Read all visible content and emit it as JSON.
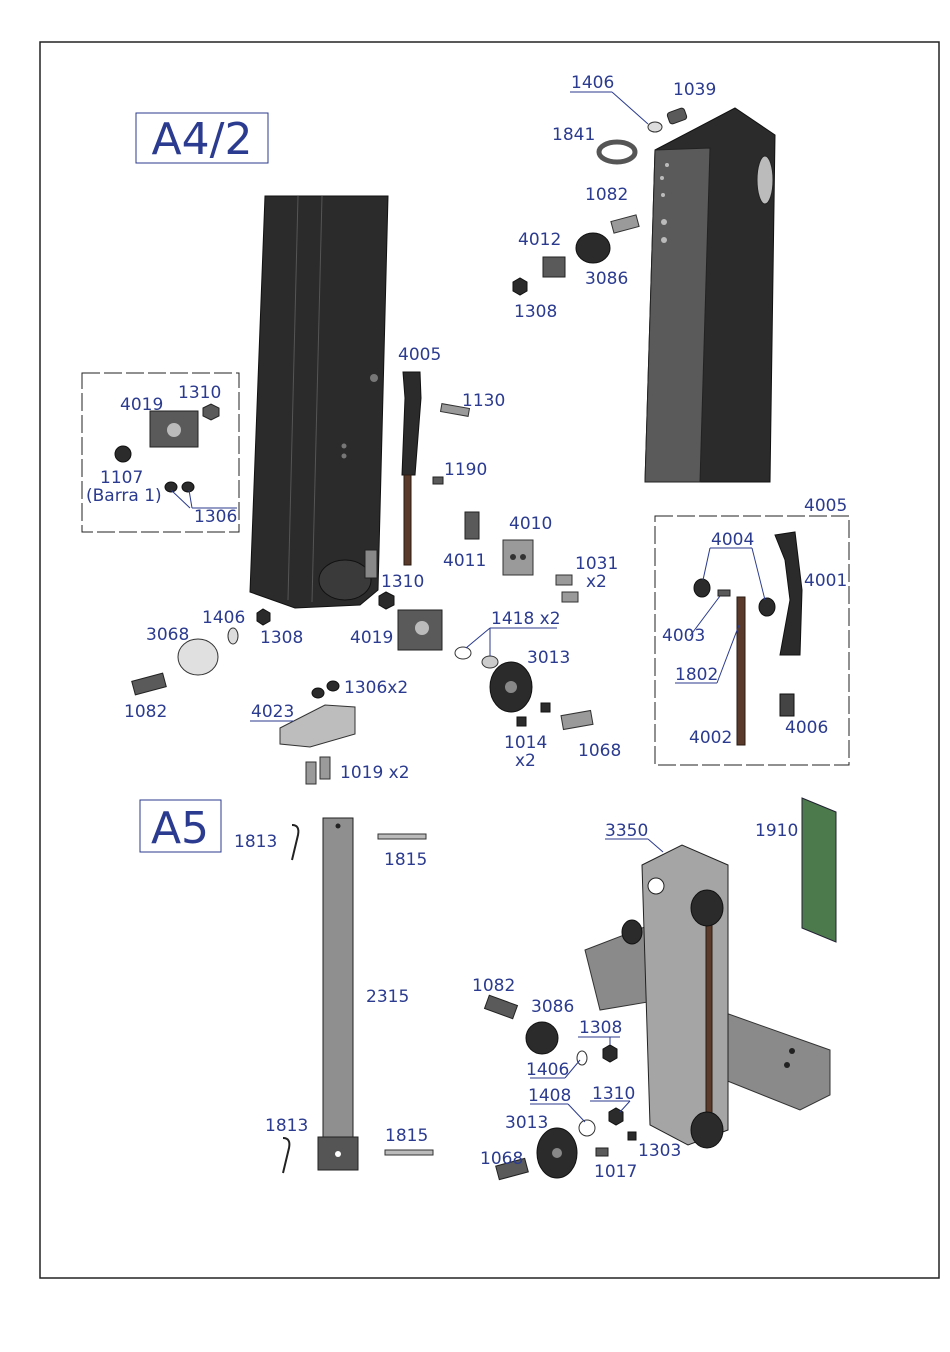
{
  "sections": {
    "a4": {
      "title": "A4/2"
    },
    "a5": {
      "title": "A5"
    }
  },
  "labels": {
    "l1406_top": "1406",
    "l1039": "1039",
    "l1841": "1841",
    "l1082_top": "1082",
    "l4012": "4012",
    "l3086_top": "3086",
    "l1308_top": "1308",
    "l4005_top": "4005",
    "l1130": "1130",
    "l1190": "1190",
    "l4019_inset": "4019",
    "l1310_inset": "1310",
    "l1107": "1107",
    "l1107b": "(Barra 1)",
    "l1306_inset": "1306",
    "l4011": "4011",
    "l4010": "4010",
    "l1031": "1031",
    "l1031x": "x2",
    "l1310_mid": "1310",
    "l1406_mid": "1406",
    "l3068": "3068",
    "l1308_mid": "1308",
    "l4019_mid": "4019",
    "l1418": "1418 x2",
    "l3013_mid": "3013",
    "l1306x2": "1306x2",
    "l1082_mid": "1082",
    "l4023": "4023",
    "l1014": "1014",
    "l1014x": "x2",
    "l1068_mid": "1068",
    "l1019": "1019 x2",
    "l4005_box": "4005",
    "l4004": "4004",
    "l4001": "4001",
    "l4003": "4003",
    "l1802": "1802",
    "l4002": "4002",
    "l4006": "4006",
    "l1813_top": "1813",
    "l1815_top": "1815",
    "l3350": "3350",
    "l1910": "1910",
    "l2315": "2315",
    "l1082_bot": "1082",
    "l3086_bot": "3086",
    "l1308_bot": "1308",
    "l1406_bot": "1406",
    "l1408": "1408",
    "l1310_bot": "1310",
    "l3013_bot": "3013",
    "l1303": "1303",
    "l1813_bot": "1813",
    "l1815_bot": "1815",
    "l1068_bot": "1068",
    "l1017": "1017"
  }
}
